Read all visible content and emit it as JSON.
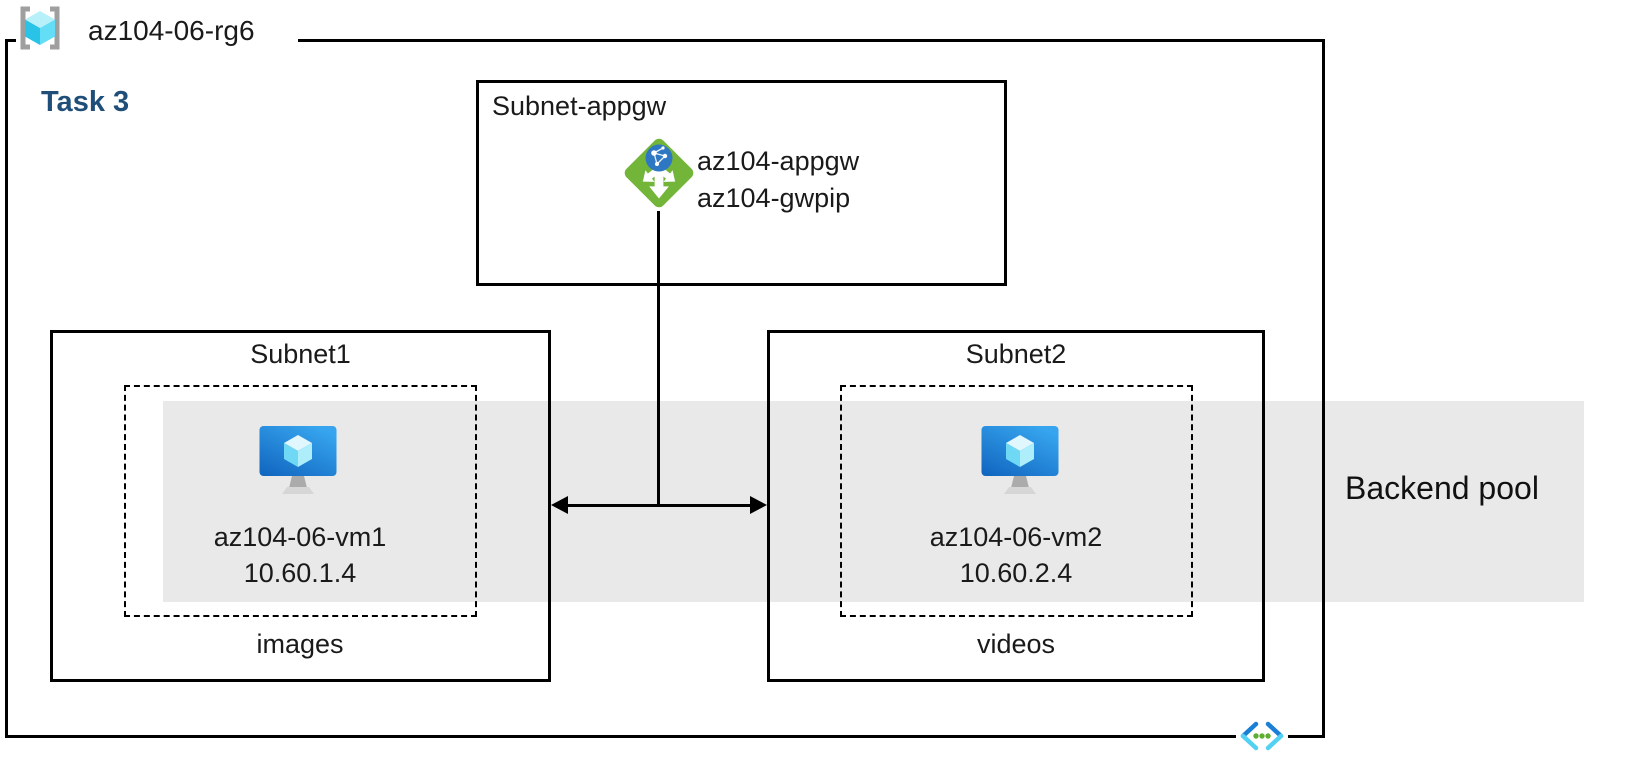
{
  "title": "az104-06-rg6",
  "task_label": "Task 3",
  "appgw_subnet": {
    "label": "Subnet-appgw",
    "gateway_name": "az104-appgw",
    "public_ip_name": "az104-gwpip"
  },
  "subnet1": {
    "label": "Subnet1",
    "vm_name": "az104-06-vm1",
    "vm_ip": "10.60.1.4",
    "storage_label": "images"
  },
  "subnet2": {
    "label": "Subnet2",
    "vm_name": "az104-06-vm2",
    "vm_ip": "10.60.2.4",
    "storage_label": "videos"
  },
  "backend_pool": {
    "label": "Backend pool"
  },
  "icons": {
    "resource_group": "resource-group-icon",
    "application_gateway": "application-gateway-icon",
    "virtual_machine": "virtual-machine-icon",
    "virtual_network": "virtual-network-icon"
  },
  "colors": {
    "task_text": "#1f4e79",
    "backend_pool_band": "#e9e9e9",
    "appgw_green": "#72b539",
    "globe_blue": "#2e77c2",
    "vm_screen_dark": "#1064be",
    "vm_screen_light": "#36a4ee",
    "cube_cyan_left": "#29c3e7",
    "cube_cyan_right": "#64ddf7",
    "cube_cyan_top": "#b7f0f9",
    "bracket_gray": "#9f9f9f",
    "vnet_blue": "#1a7fd6",
    "vnet_cyan": "#53d1f3",
    "vnet_dot_green": "#5fae33",
    "border_black": "#000000"
  }
}
